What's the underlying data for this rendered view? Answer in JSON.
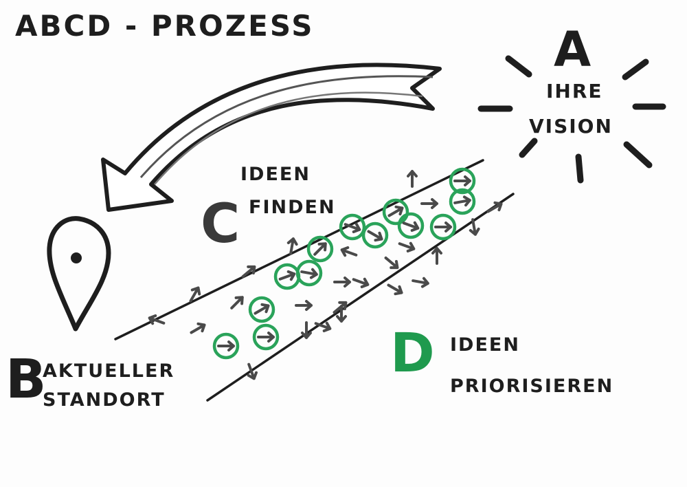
{
  "title": "ABCD - PROZESS",
  "stages": {
    "a": {
      "letter": "A",
      "lines": [
        "IHRE",
        "VISION"
      ],
      "color": "#1e1e1e"
    },
    "b": {
      "letter": "B",
      "lines": [
        "AKTUELLER",
        "STANDORT"
      ],
      "color": "#1e1e1e"
    },
    "c": {
      "letter": "C",
      "lines": [
        "IDEEN",
        "FINDEN"
      ],
      "color": "#3a3a3a"
    },
    "d": {
      "letter": "D",
      "lines": [
        "IDEEN",
        "PRIORISIEREN"
      ],
      "color": "#1f9a4e"
    }
  },
  "colors": {
    "ink": "#1e1e1e",
    "arrow_gray": "#4a4a4a",
    "highlight_green": "#2aa35a",
    "paper": "#fdfdfd"
  },
  "icons": {
    "location": "location-pin-icon",
    "sun": "sun-rays-icon",
    "return_arrow": "curved-return-arrow-icon"
  }
}
